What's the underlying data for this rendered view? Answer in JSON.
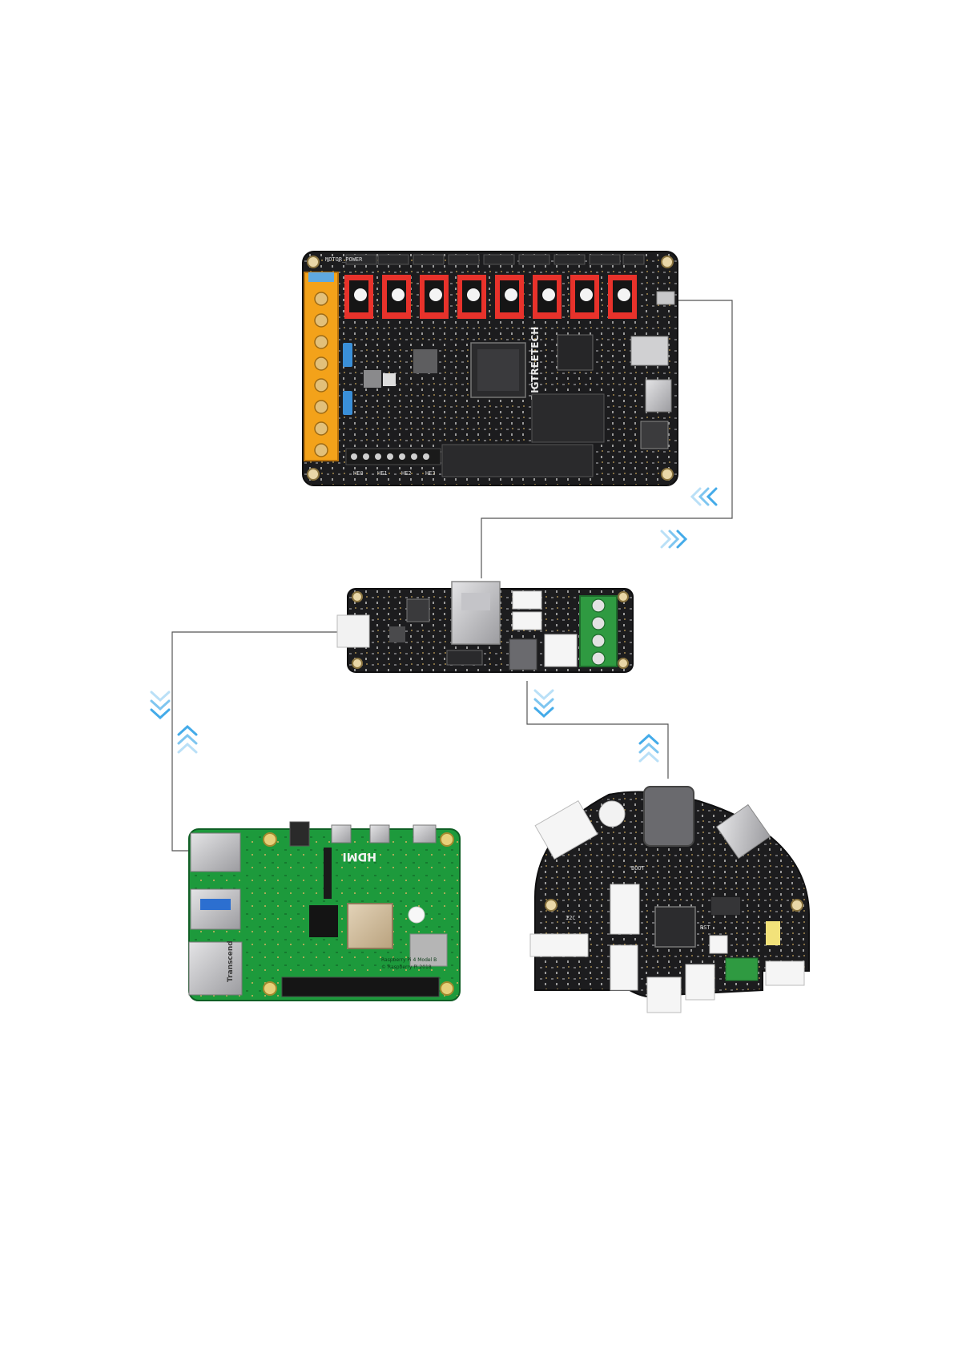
{
  "colors": {
    "background": "#ffffff",
    "connector_line": "#555555",
    "chevron_arrow": "#3aa7e8",
    "pcb_black": "#1c1c1e",
    "pcb_green": "#1d9a3c",
    "driver_red": "#e8322b",
    "terminal_orange": "#f3a21a",
    "terminal_green": "#2f9a41"
  },
  "boards": {
    "main_board": {
      "brand": "BIGTREETECH",
      "terminal_label": "MOTOR_POWER",
      "heater_labels": [
        "HE0",
        "HE1",
        "HE2",
        "HE3"
      ]
    },
    "adapter_board": {},
    "raspberry_pi": {
      "hdmi_label": "HDMI",
      "model_text": "Raspberry Pi 4 Model B",
      "copyright_text": "© Raspberry Pi 2018",
      "chip_brand": "Transcend"
    },
    "toolhead_board": {
      "boot_label": "BOOT",
      "rst_label": "RST",
      "i2c_label": "I2C"
    }
  },
  "icons": [
    "chevron-left-icon",
    "chevron-right-icon",
    "chevron-down-icon",
    "chevron-up-icon"
  ]
}
